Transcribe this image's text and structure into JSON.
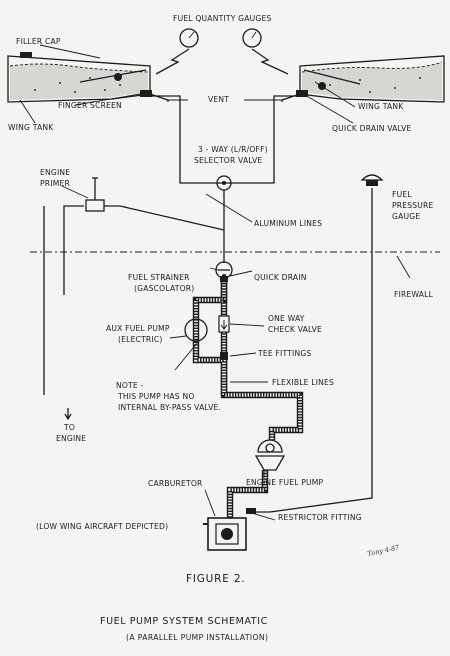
{
  "labels": {
    "fuel_quantity_gauges": "FUEL QUANTITY GAUGES",
    "filler_cap": "FILLER CAP",
    "finger_screen": "FINGER SCREEN",
    "vent": "VENT",
    "wing_tank_left": "WING TANK",
    "wing_tank_right": "WING TANK",
    "quick_drain_valve": "QUICK DRAIN VALVE",
    "selector_valve_1": "3 - WAY (L/R/OFF)",
    "selector_valve_2": "SELECTOR VALVE",
    "engine_primer_1": "ENGINE",
    "engine_primer_2": "PRIMER",
    "aluminum_lines": "ALUMINUM LINES",
    "fuel_pressure_gauge_1": "FUEL",
    "fuel_pressure_gauge_2": "PRESSURE",
    "fuel_pressure_gauge_3": "GAUGE",
    "firewall": "FIREWALL",
    "fuel_strainer_1": "FUEL STRAINER",
    "fuel_strainer_2": "(GASCOLATOR)",
    "quick_drain": "QUICK DRAIN",
    "aux_pump_1": "AUX FUEL PUMP",
    "aux_pump_2": "(ELECTRIC)",
    "check_valve_1": "ONE WAY",
    "check_valve_2": "CHECK VALVE",
    "tee_fittings": "TEE FITTINGS",
    "flexible_lines": "FLEXIBLE LINES",
    "note_1": "NOTE -",
    "note_2": "THIS PUMP HAS NO",
    "note_3": "INTERNAL BY-PASS VALVE.",
    "to_engine_1": "TO",
    "to_engine_2": "ENGINE",
    "engine_fuel_pump": "ENGINE FUEL PUMP",
    "carburetor": "CARBURETOR",
    "restrictor_fitting": "RESTRICTOR FITTING",
    "low_wing": "(LOW WING AIRCRAFT DEPICTED)",
    "signature": "Tony 4-87"
  },
  "caption": {
    "figure": "FIGURE 2.",
    "title": "FUEL PUMP SYSTEM SCHEMATIC",
    "subtitle": "(A PARALLEL PUMP INSTALLATION)"
  }
}
